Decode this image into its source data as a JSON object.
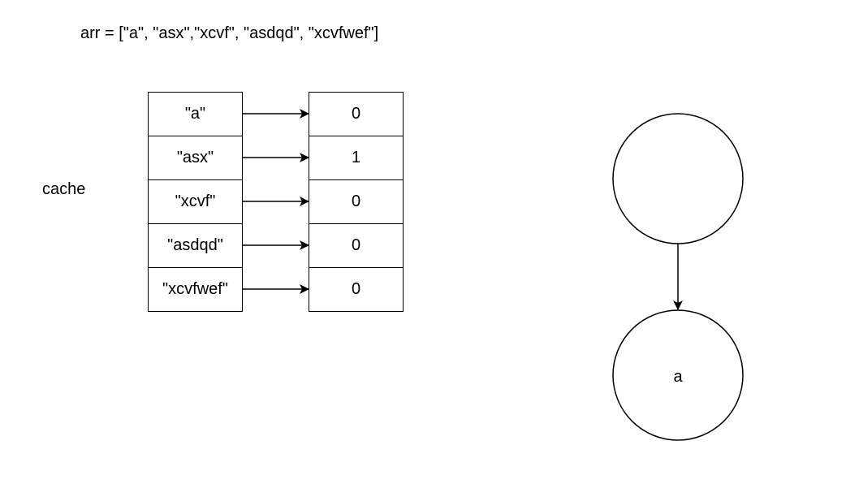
{
  "arr_definition": "arr = [\"a\", \"asx\",\"xcvf\", \"asdqd\", \"xcvfwef\"]",
  "cache_label": "cache",
  "cache": {
    "keys": [
      "\"a\"",
      "\"asx\"",
      "\"xcvf\"",
      "\"asdqd\"",
      "\"xcvfwef\""
    ],
    "values": [
      "0",
      "1",
      "0",
      "0",
      "0"
    ]
  },
  "tree": {
    "top_node_label": "",
    "bottom_node_label": "a"
  },
  "colors": {
    "stroke": "#000000",
    "fill": "#ffffff"
  }
}
